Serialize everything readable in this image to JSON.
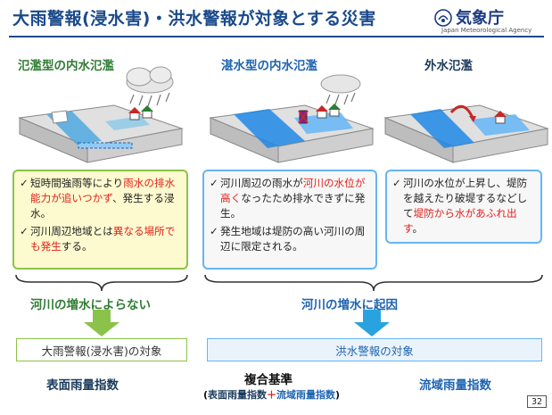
{
  "title": "大雨警報(浸水害)・洪水警報が対象とする災害",
  "agency": {
    "name": "気象庁",
    "english": "Japan Meteorological Agency"
  },
  "columns": [
    {
      "heading": "氾濫型の内水氾濫",
      "bullets": [
        [
          {
            "t": "短時間強雨等により"
          },
          {
            "t": "雨水の排水能力が追いつかず",
            "red": true
          },
          {
            "t": "、発生する浸水。"
          }
        ],
        [
          {
            "t": "河川周辺地域とは"
          },
          {
            "t": "異なる場所でも発生",
            "red": true
          },
          {
            "t": "する。"
          }
        ]
      ]
    },
    {
      "heading": "湛水型の内水氾濫",
      "bullets": [
        [
          {
            "t": "河川周辺の雨水が"
          },
          {
            "t": "河川の水位が高く",
            "red": true
          },
          {
            "t": "なったため排水できずに発生。"
          }
        ],
        [
          {
            "t": "発生地域は堤防の高い河川の周辺に限定される。"
          }
        ]
      ]
    },
    {
      "heading": "外水氾濫",
      "bullets": [
        [
          {
            "t": "河川の水位が上昇し、堤防を越えたり破堤するなどして"
          },
          {
            "t": "堤防から水があふれ出す",
            "red": true
          },
          {
            "t": "。"
          }
        ]
      ]
    }
  ],
  "groups": {
    "left_label": "河川の増水によらない",
    "right_label": "河川の増水に起因"
  },
  "targets": {
    "left": "大雨警報(浸水害)の対象",
    "right": "洪水警報の対象"
  },
  "indices": {
    "left": "表面雨量指数",
    "middle": "複合基準",
    "middle_sub": {
      "open": "(",
      "a": "表面雨量指数",
      "plus": "＋",
      "b": "流域雨量指数",
      "close": ")"
    },
    "right": "流域雨量指数"
  },
  "page_number": "32",
  "colors": {
    "green": "#8bc34a",
    "blue": "#64b5f6",
    "red": "#e0201b",
    "title": "#1a4a8a"
  }
}
